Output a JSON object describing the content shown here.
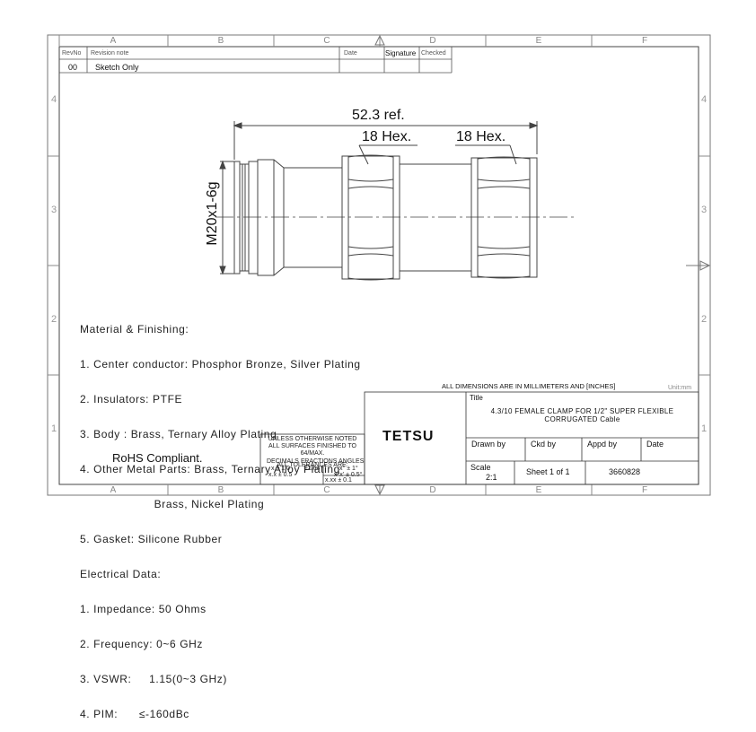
{
  "border": {
    "columns": [
      "A",
      "B",
      "C",
      "D",
      "E",
      "F"
    ],
    "rows": [
      "4",
      "3",
      "2",
      "1"
    ]
  },
  "revision_table": {
    "headers": [
      "RevNo",
      "Revision note",
      "Date",
      "Signature",
      "Checked"
    ],
    "rows": [
      {
        "rev": "00",
        "note": "Sketch Only",
        "date": "",
        "signature": "",
        "checked": ""
      }
    ]
  },
  "drawing": {
    "overall_length": "52.3 ref.",
    "hex_left": "18 Hex.",
    "hex_right": "18 Hex.",
    "thread": "M20x1-6g"
  },
  "notes": {
    "lines": [
      "Material & Finishing:",
      "1. Center conductor: Phosphor Bronze, Silver Plating",
      "2. Insulators: PTFE",
      "3. Body : Brass, Ternary Alloy Plating",
      "4. Other Metal Parts: Brass, Ternary Alloy Plating",
      "                     Brass, Nickel Plating",
      "5. Gasket: Silicone Rubber",
      "Electrical Data:",
      "1. Impedance: 50 Ohms",
      "2. Frequency: 0~6 GHz",
      "3. VSWR:     1.15(0~3 GHz)",
      "4. PIM:      ≤-160dBc"
    ],
    "rohs": "RoHS Compliant."
  },
  "tolerances": {
    "line1": "UNLESS OTHERWISE NOTED",
    "line2": "ALL SURFACES FINISHED TO 64/MAX.",
    "line3": "ALL TOLERANCES ARE:",
    "headers": [
      "DECIMALS",
      "FRACTIONS",
      "ANGLES"
    ],
    "dec1": "x ± 1.0",
    "dec2": "x.x ± 0.5",
    "dec3": "x.xx ± 0.1",
    "frac": "±1/64",
    "ang1": "x° ± 1°",
    "ang2": "x°x' ± 0.5°"
  },
  "title_block": {
    "dims_note": "ALL DIMENSIONS ARE IN MILLIMETERS AND [INCHES]",
    "unit": "Unit:mm",
    "title_label": "Title",
    "title": "4.3/10 FEMALE CLAMP FOR 1/2\" SUPER FLEXIBLE",
    "title2": "CORRUGATED Cable",
    "company": "TETSU",
    "drawn_by": "Drawn by",
    "ckd_by": "Ckd by",
    "appd_by": "Appd by",
    "date": "Date",
    "scale_label": "Scale",
    "scale": "2:1",
    "sheet": "Sheet 1 of 1",
    "drawing_no": "3660828"
  }
}
